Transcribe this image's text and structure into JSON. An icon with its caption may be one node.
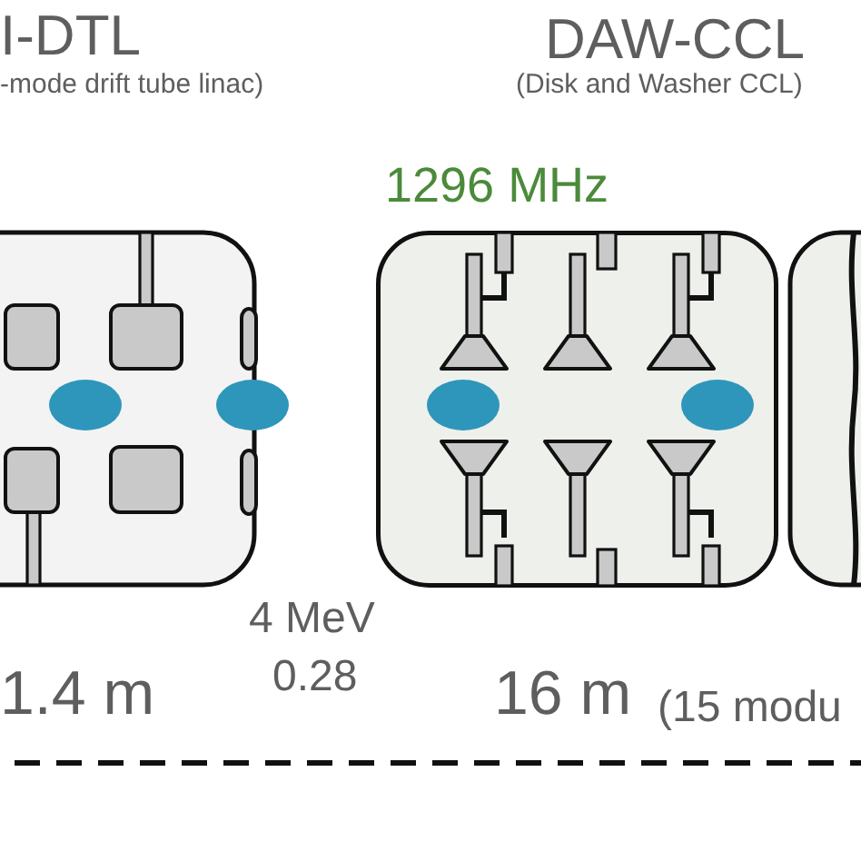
{
  "diagram": {
    "nodes": [
      {
        "text": [
          "I-DTL",
          "-mode drift tube linac)"
        ],
        "beside": [
          "1.4 m"
        ]
      },
      {
        "text": [
          "DAW-CCL",
          "(Disk and Washer CCL)",
          "1296 MHz"
        ],
        "beside": [
          "16 m",
          "(15 modu"
        ]
      },
      {
        "text": [],
        "shape": "box"
      }
    ],
    "labels": [
      "4 MeV",
      "0.28"
    ]
  }
}
